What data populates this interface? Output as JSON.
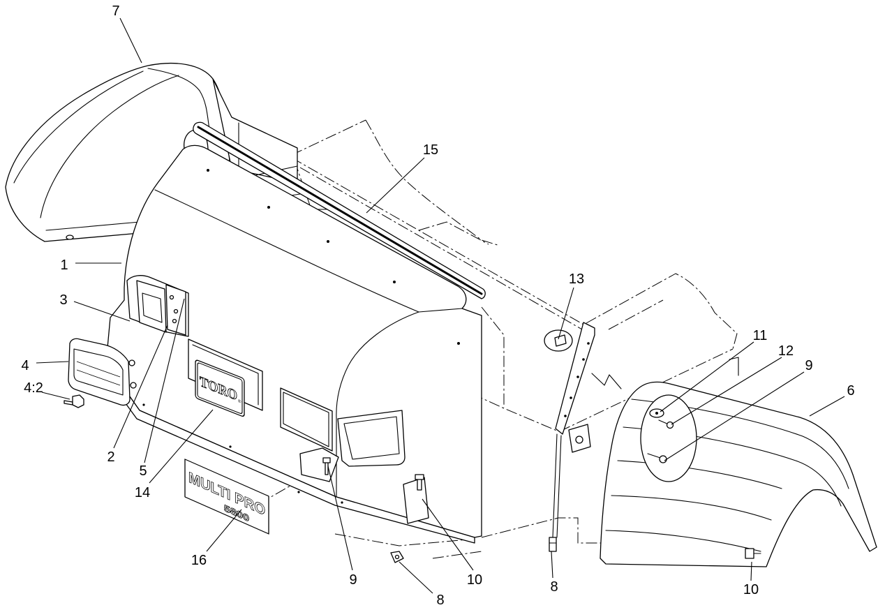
{
  "callouts": [
    {
      "label": "7"
    },
    {
      "label": "15"
    },
    {
      "label": "1"
    },
    {
      "label": "13"
    },
    {
      "label": "3"
    },
    {
      "label": "11"
    },
    {
      "label": "12"
    },
    {
      "label": "9"
    },
    {
      "label": "6"
    },
    {
      "label": "4"
    },
    {
      "label": "4:2"
    },
    {
      "label": "2"
    },
    {
      "label": "5"
    },
    {
      "label": "14"
    },
    {
      "label": "16"
    },
    {
      "label": "9"
    },
    {
      "label": "10"
    },
    {
      "label": "8"
    },
    {
      "label": "8"
    },
    {
      "label": "10"
    }
  ],
  "badge": {
    "brand": "TORO",
    "mark": "®"
  },
  "decal": {
    "line1": "MULTI PRO",
    "line2": "5800"
  },
  "colors": {
    "line": "#000000",
    "background": "#ffffff"
  }
}
